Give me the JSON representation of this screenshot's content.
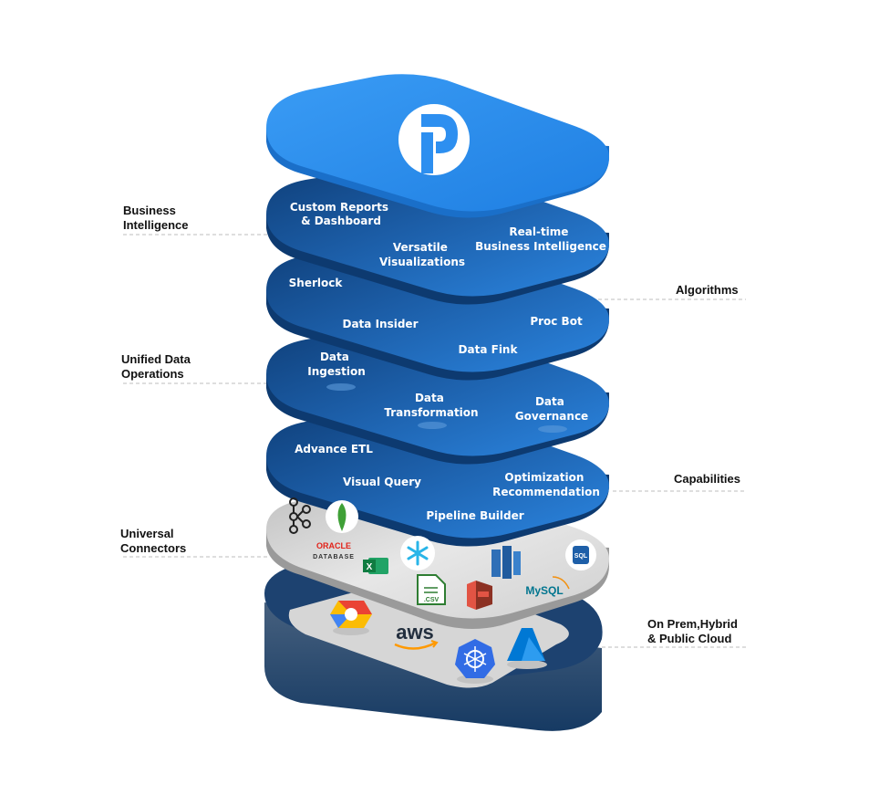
{
  "colors": {
    "top_blue": "#2d8ff0",
    "layer_blue": "#2272c9",
    "layer_dark": "#0f3f79",
    "connectors_grey": "#d9d9d9",
    "cloud_base": "#1c3f6b",
    "label_text": "#111111"
  },
  "left_labels": {
    "business_intelligence": [
      "Business",
      "Intelligence"
    ],
    "unified_data_operations": [
      "Unified Data",
      "Operations"
    ],
    "universal_connectors": [
      "Universal",
      "Connectors"
    ]
  },
  "right_labels": {
    "algorithms": [
      "Algorithms"
    ],
    "capabilities": [
      "Capabilities"
    ],
    "cloud": [
      "On Prem,Hybrid",
      "& Public Cloud"
    ]
  },
  "layers": {
    "bi": {
      "custom_reports": [
        "Custom Reports",
        "& Dashboard"
      ],
      "versatile": [
        "Versatile",
        "Visualizations"
      ],
      "realtime": [
        "Real-time",
        "Business Intelligence"
      ]
    },
    "algorithms": {
      "sherlock": [
        "Sherlock"
      ],
      "data_insider": [
        "Data Insider"
      ],
      "proc_bot": [
        "Proc Bot"
      ],
      "data_fink": [
        "Data Fink"
      ]
    },
    "udo": {
      "ingestion": [
        "Data",
        "Ingestion"
      ],
      "transformation": [
        "Data",
        "Transformation"
      ],
      "governance": [
        "Data",
        "Governance"
      ]
    },
    "capabilities": {
      "advance_etl": [
        "Advance ETL"
      ],
      "visual_query": [
        "Visual Query"
      ],
      "optimization": [
        "Optimization",
        "Recommendation"
      ],
      "pipeline": [
        "Pipeline Builder"
      ]
    }
  },
  "connectors": {
    "oracle": [
      "ORACLE",
      "DATABASE"
    ],
    "csv": [
      ".CSV"
    ],
    "mysql": [
      "MySQL"
    ],
    "sql": [
      "SQL"
    ]
  },
  "cloud": {
    "aws": [
      "aws"
    ]
  },
  "icons": {
    "top": "brand-logo-icon",
    "connectors": [
      "kafka-icon",
      "mongodb-icon",
      "oracle-icon",
      "excel-icon",
      "snowflake-icon",
      "csv-file-icon",
      "redshift-icon",
      "s3-icon",
      "mysql-icon",
      "sql-server-icon"
    ],
    "cloud": [
      "google-cloud-icon",
      "aws-icon",
      "kubernetes-icon",
      "azure-icon"
    ]
  }
}
